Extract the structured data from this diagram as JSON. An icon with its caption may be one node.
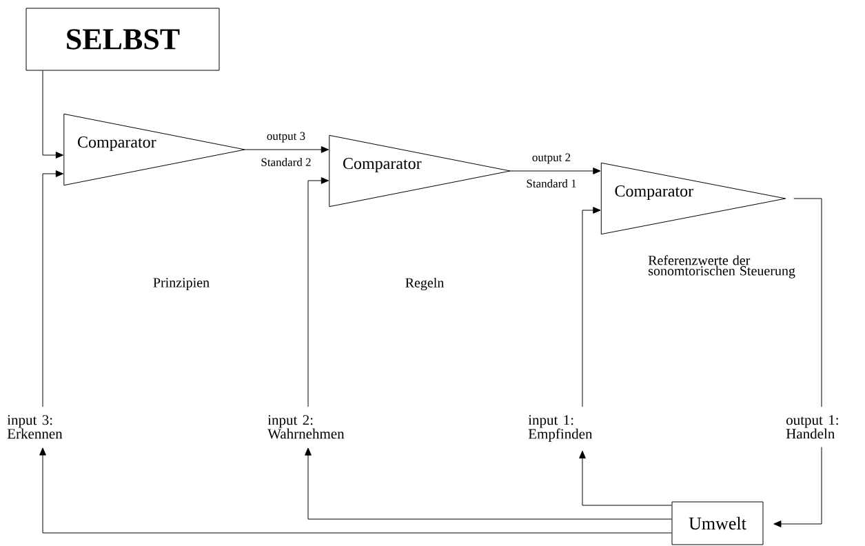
{
  "diagram": {
    "nodes": [
      {
        "text": [
          "SELBST"
        ]
      },
      {
        "text": [
          "Comparator"
        ]
      },
      {
        "text": [
          "Comparator"
        ]
      },
      {
        "text": [
          "Comparator"
        ]
      },
      {
        "text": [
          "input 3: Erkennen"
        ]
      },
      {
        "text": [
          "input 2: Wahrnehmen"
        ]
      },
      {
        "text": [
          "input 1: Empfinden"
        ]
      },
      {
        "text": [
          "output 1: Handeln"
        ]
      },
      {
        "text": [
          "Umwelt"
        ]
      }
    ],
    "edges": [
      {
        "from": 0,
        "to": 1,
        "arrow": "to"
      },
      {
        "from": 4,
        "to": 1,
        "arrow": "to"
      },
      {
        "from": 1,
        "to": 2,
        "arrow": "to",
        "label": "output 3"
      },
      {
        "from": 5,
        "to": 2,
        "arrow": "to"
      },
      {
        "from": 2,
        "to": 3,
        "arrow": "to",
        "label": "output 2"
      },
      {
        "from": 6,
        "to": 3,
        "arrow": "to"
      },
      {
        "from": 3,
        "to": 7,
        "arrow": "none"
      },
      {
        "from": 7,
        "to": 8,
        "arrow": "to"
      },
      {
        "from": 8,
        "to": 6,
        "arrow": "to"
      },
      {
        "from": 8,
        "to": 5,
        "arrow": "to"
      },
      {
        "from": 8,
        "to": 4,
        "arrow": "to"
      }
    ],
    "labels": [
      "Standard 2",
      "Standard 1",
      "Prinzipien",
      "Regeln",
      "Referenzwerte der sonomtorischen Steuerung"
    ]
  }
}
